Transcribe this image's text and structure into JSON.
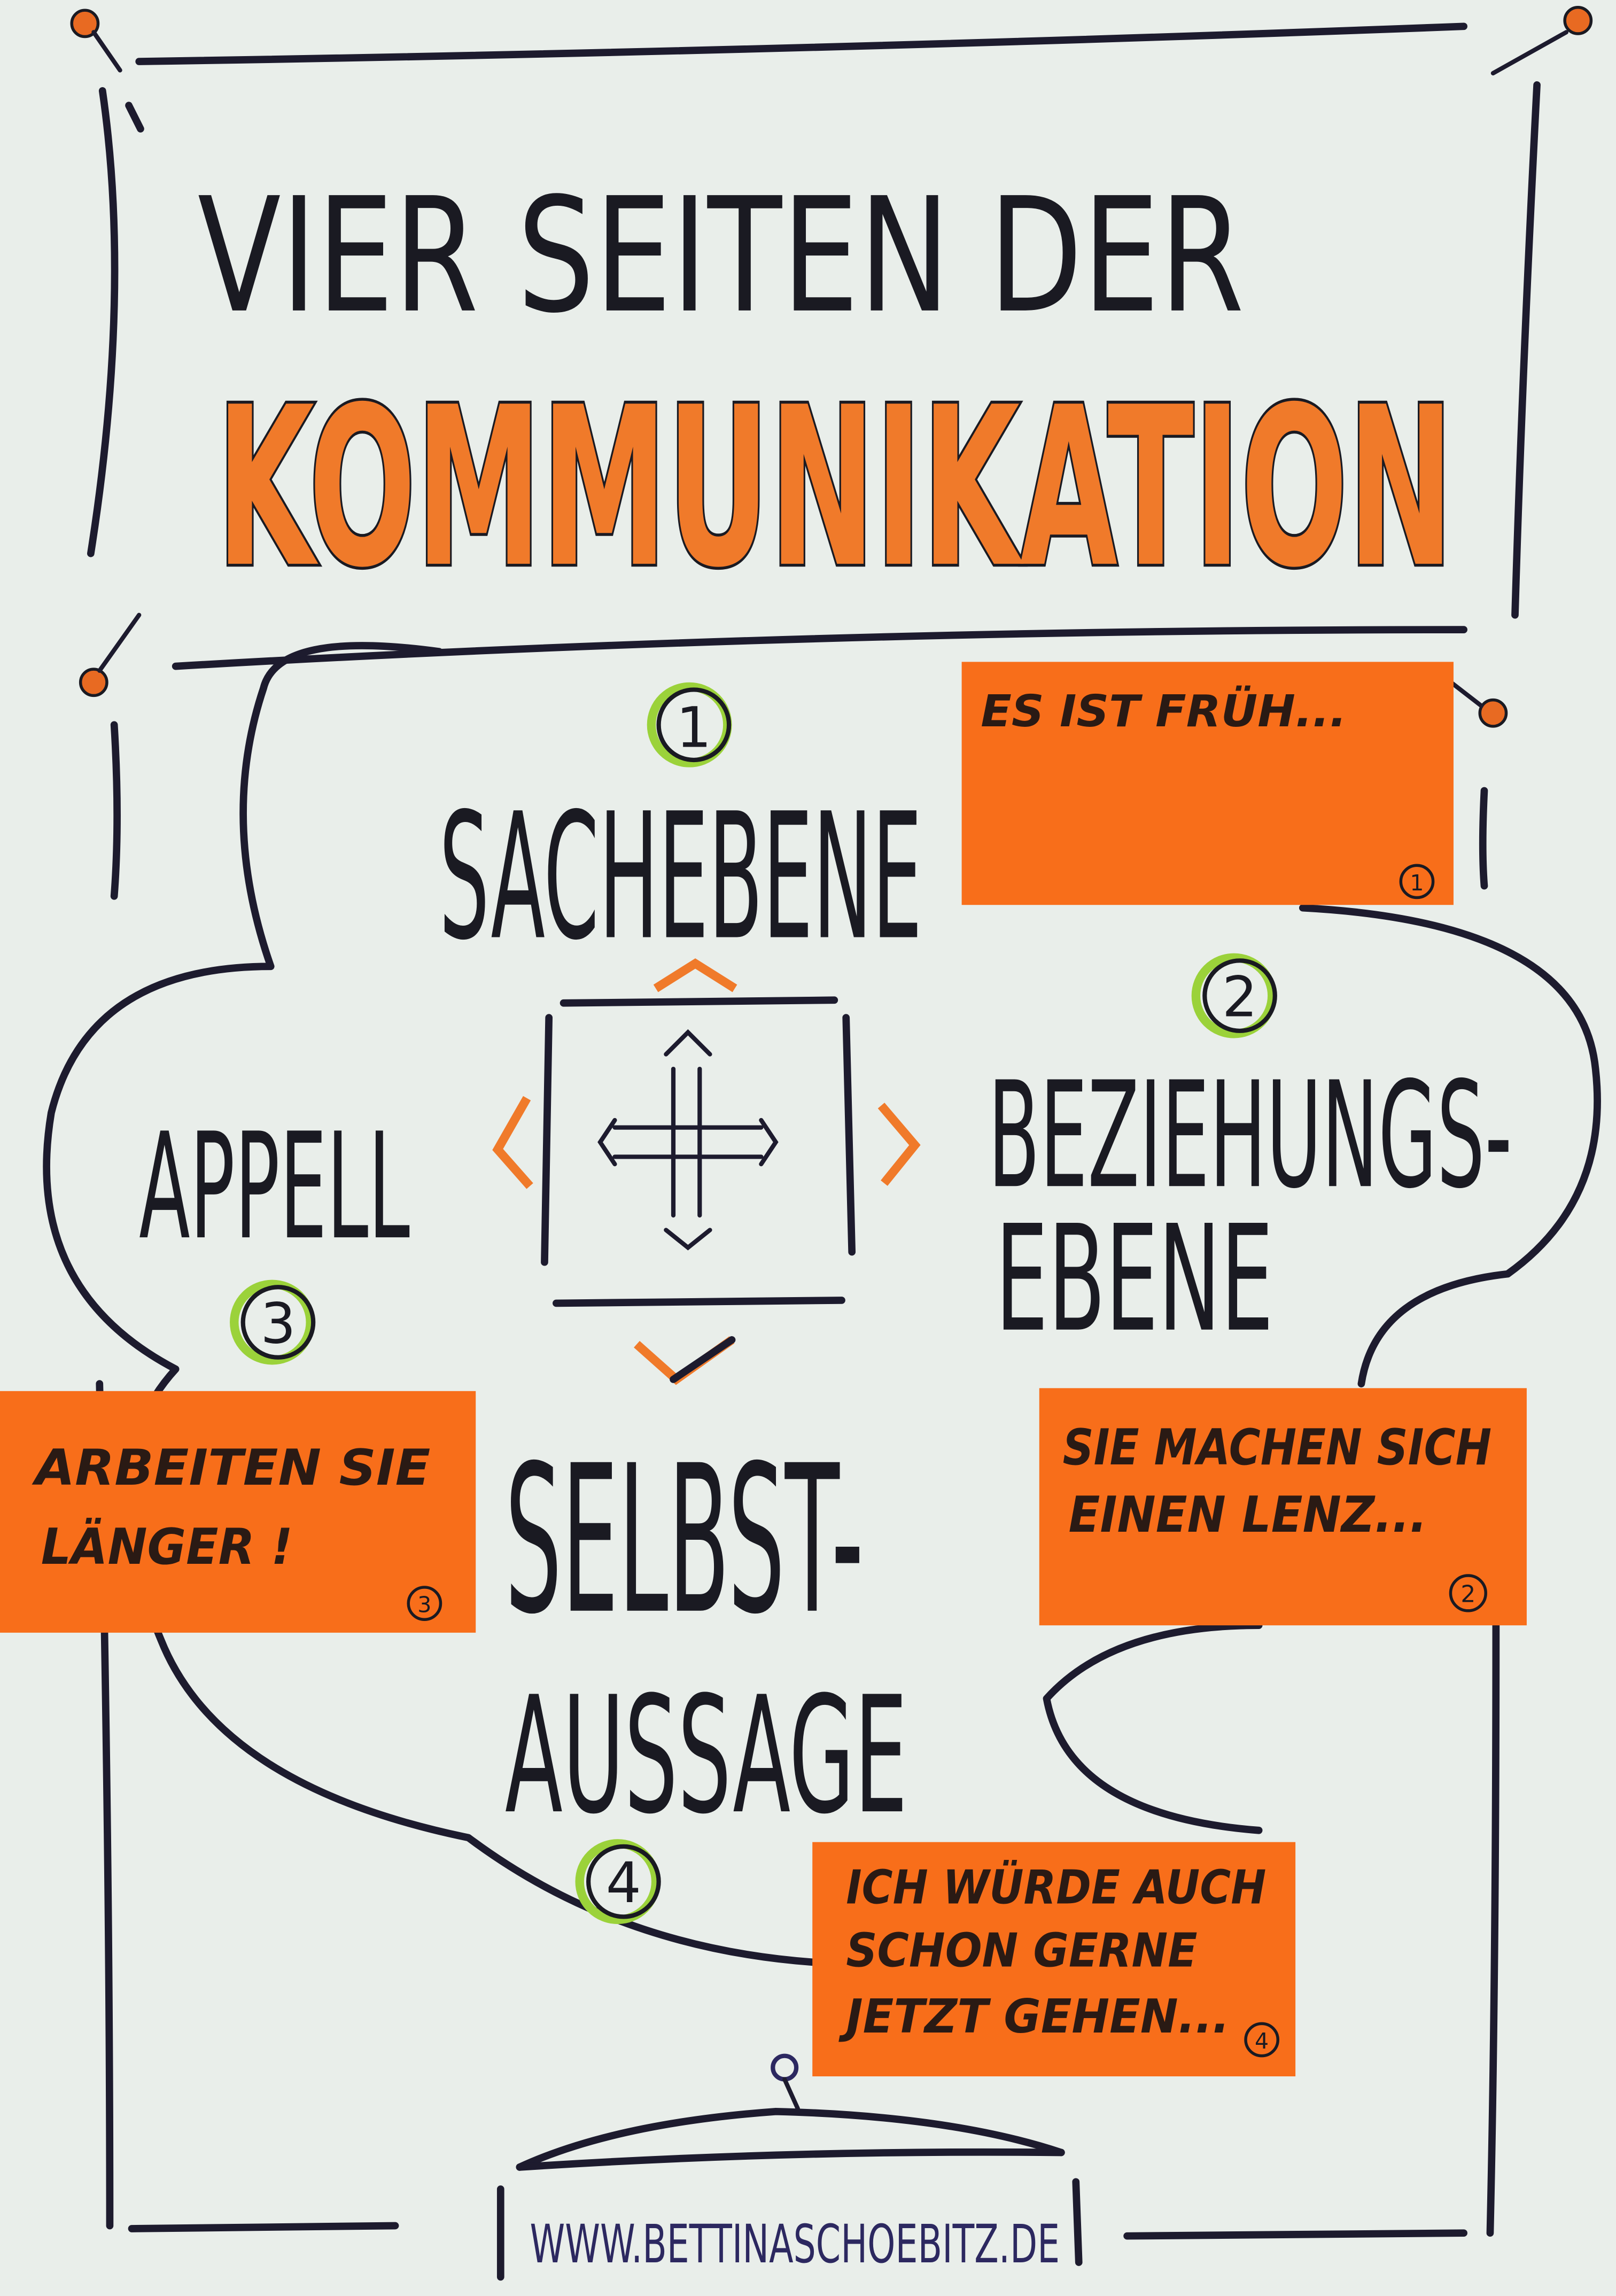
{
  "title": {
    "line1": "VIER SEITEN DER",
    "line2": "KOMMUNIKATION"
  },
  "sides": [
    {
      "number": "1",
      "label_lines": [
        "SACHEBENE"
      ]
    },
    {
      "number": "2",
      "label_lines": [
        "BEZIEHUNGS-",
        "EBENE"
      ]
    },
    {
      "number": "3",
      "label_lines": [
        "APPELL"
      ]
    },
    {
      "number": "4",
      "label_lines": [
        "SELBST-",
        "AUSSAGE"
      ]
    }
  ],
  "notes": [
    {
      "number": "1",
      "lines": [
        "ES IST FRÜH..."
      ]
    },
    {
      "number": "2",
      "lines": [
        "SIE MACHEN SICH",
        "EINEN LENZ..."
      ]
    },
    {
      "number": "3",
      "lines": [
        "ARBEITEN SIE",
        "LÄNGER !"
      ]
    },
    {
      "number": "4",
      "lines": [
        "ICH WÜRDE AUCH",
        "SCHON GERNE",
        "JETZT GEHEN..."
      ]
    }
  ],
  "footer": {
    "url": "WWW.BETTINASCHOEBITZ.DE"
  },
  "colors": {
    "paper": "#e9eeea",
    "orange": "#f86e1a",
    "ink": "#1a1a22",
    "green": "#9bd23a"
  }
}
